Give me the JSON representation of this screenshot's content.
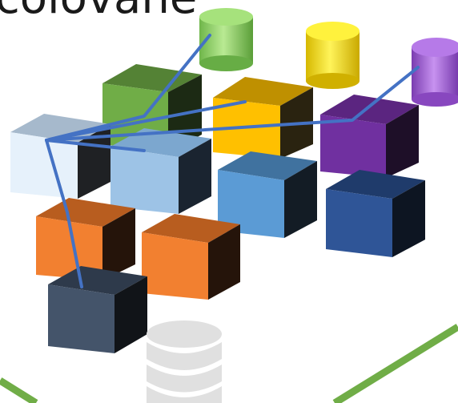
{
  "slide": {
    "title_fragment": "colované"
  },
  "colors": {
    "green_cylinder": "#8fd16a",
    "yellow_cylinder": "#f2e21a",
    "purple_cylinder": "#a05ed6",
    "connector_line": "#4472c4",
    "floor_border": "#70ad47",
    "database_icon": "#e0e0e0"
  },
  "icons": {
    "database": "database-icon",
    "cylinders": [
      "green-cylinder",
      "yellow-cylinder",
      "purple-cylinder"
    ]
  },
  "cubes": [
    {
      "name": "cube-light-blue-pale",
      "color": "#e6f1fb"
    },
    {
      "name": "cube-green",
      "color": "#6aa33a"
    },
    {
      "name": "cube-gold",
      "color": "#f0b400"
    },
    {
      "name": "cube-purple",
      "color": "#7030a0"
    },
    {
      "name": "cube-sky-blue",
      "color": "#9dc3e6"
    },
    {
      "name": "cube-medium-blue",
      "color": "#5b9bd5"
    },
    {
      "name": "cube-dark-blue",
      "color": "#2f5597"
    },
    {
      "name": "cube-orange-left",
      "color": "#f28030"
    },
    {
      "name": "cube-orange-right",
      "color": "#f28030"
    },
    {
      "name": "cube-slate",
      "color": "#44546a"
    }
  ]
}
